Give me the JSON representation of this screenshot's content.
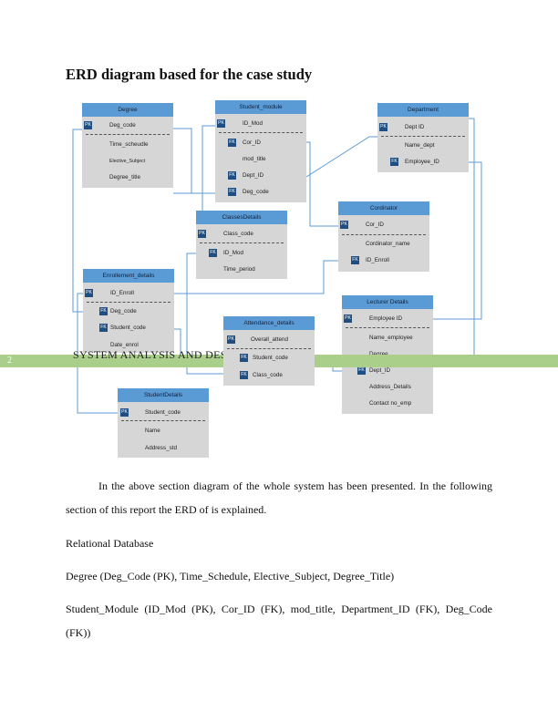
{
  "title": "ERD diagram based for the case study",
  "page_number": "2",
  "running_header": "SYSTEM ANALYSIS AND DESIGN",
  "entities": {
    "degree": {
      "name": "Degree",
      "fields": [
        {
          "key": "PK",
          "label": "Deg_code"
        },
        {
          "key": "",
          "label": "Time_scheudle"
        },
        {
          "key": "",
          "label": "Elective_Subject"
        },
        {
          "key": "",
          "label": "Degree_title"
        }
      ]
    },
    "student_module": {
      "name": "Student_module",
      "fields": [
        {
          "key": "PK",
          "label": "ID_Mod"
        },
        {
          "key": "FK",
          "label": "Cor_ID"
        },
        {
          "key": "",
          "label": "mod_title"
        },
        {
          "key": "FK",
          "label": "Dept_ID"
        },
        {
          "key": "FK",
          "label": "Deg_code"
        }
      ]
    },
    "department": {
      "name": "Department",
      "fields": [
        {
          "key": "PK",
          "label": "Dept ID"
        },
        {
          "key": "",
          "label": "Name_dept"
        },
        {
          "key": "FK",
          "label": "Employee_ID"
        }
      ]
    },
    "classes": {
      "name": "ClassesDetails",
      "fields": [
        {
          "key": "PK",
          "label": "Class_code"
        },
        {
          "key": "FK",
          "label": "ID_Mod"
        },
        {
          "key": "",
          "label": "Time_period"
        }
      ]
    },
    "coordinator": {
      "name": "Cordinator",
      "fields": [
        {
          "key": "PK",
          "label": "Cor_ID"
        },
        {
          "key": "",
          "label": "Cordinator_name"
        },
        {
          "key": "FK",
          "label": "ID_Enroll"
        }
      ]
    },
    "enrollment": {
      "name": "Enrollement_details",
      "fields": [
        {
          "key": "PK",
          "label": "ID_Enroll"
        },
        {
          "key": "FK",
          "label": "Deg_code"
        },
        {
          "key": "FK",
          "label": "Student_code"
        },
        {
          "key": "",
          "label": "Date_enrol"
        }
      ]
    },
    "lecturer": {
      "name": "Lecturer Details",
      "fields": [
        {
          "key": "PK",
          "label": "Employee ID"
        },
        {
          "key": "",
          "label": "Name_employee"
        },
        {
          "key": "",
          "label": "Degree"
        },
        {
          "key": "FK",
          "label": "Dept_ID"
        },
        {
          "key": "",
          "label": "Address_Details"
        },
        {
          "key": "",
          "label": "Contact no_emp"
        }
      ]
    },
    "attendance": {
      "name": "Attendance_details",
      "fields": [
        {
          "key": "PK",
          "label": "Overall_attend"
        },
        {
          "key": "FK",
          "label": "Student_code"
        },
        {
          "key": "FK",
          "label": "Class_code"
        }
      ]
    },
    "student": {
      "name": "StudentDetails",
      "fields": [
        {
          "key": "PK",
          "label": "Student_code"
        },
        {
          "key": "",
          "label": "Name"
        },
        {
          "key": "",
          "label": "Address_std"
        }
      ]
    }
  },
  "paragraphs": {
    "intro": "In the above section diagram of the whole system has been presented. In the following section of this report the ERD of is explained.",
    "heading": "Relational Database",
    "degree_rel": "Degree (Deg_Code (PK), Time_Schedule, Elective_Subject, Degree_Title)",
    "module_rel": "Student_Module (ID_Mod (PK), Cor_ID (FK), mod_title, Department_ID (FK), Deg_Code (FK))"
  },
  "colors": {
    "entity_header": "#5b9bd5",
    "entity_body": "#d6d6d6",
    "key_badge": "#1f4f82",
    "band": "#a9cf8a"
  }
}
